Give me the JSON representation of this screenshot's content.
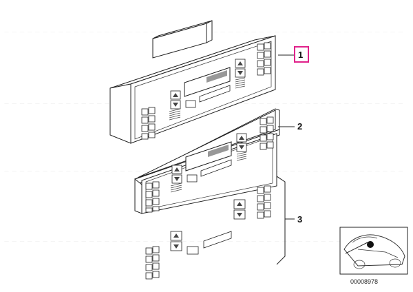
{
  "diagram": {
    "callouts": [
      {
        "id": "1",
        "label": "1",
        "highlight_color": "#e0218a"
      },
      {
        "id": "2",
        "label": "2"
      },
      {
        "id": "3",
        "label": "3"
      }
    ],
    "reference_code": "00008978",
    "icons": [
      "climate-control-unit",
      "control-panel",
      "button-set",
      "car-location-icon"
    ]
  }
}
